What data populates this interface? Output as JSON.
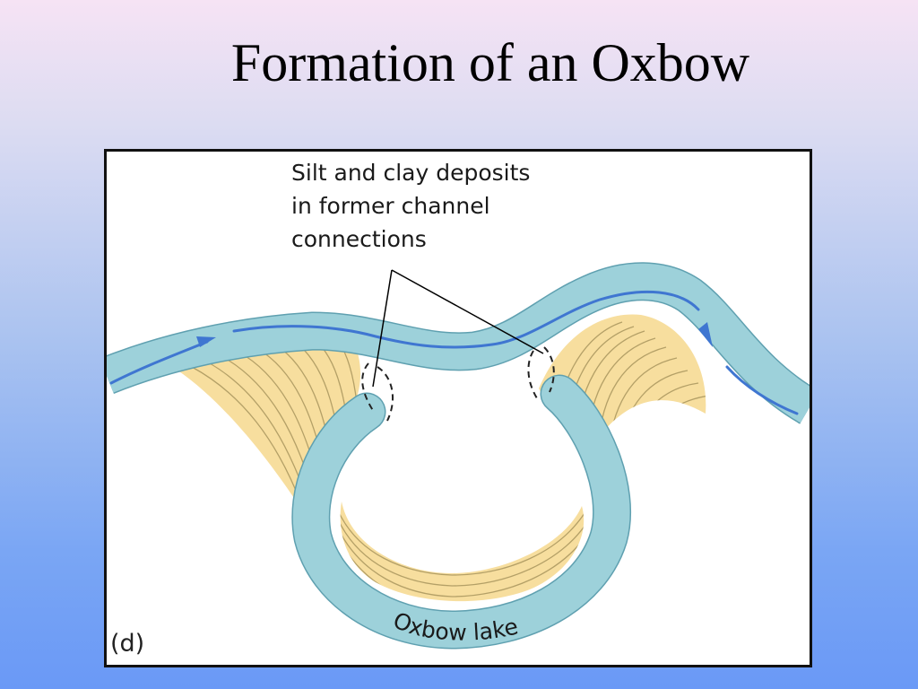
{
  "slide": {
    "title": "Formation of an Oxbow"
  },
  "figure": {
    "callout_lines": [
      "Silt and clay deposits",
      "in former channel",
      "connections"
    ],
    "panel_tag": "(d)",
    "lake_label": "Oxbow lake",
    "colors": {
      "river": "#9dd1da",
      "river_edge": "#5fa0b0",
      "flow_arrow": "#3f76d1",
      "deposit": "#f7de9e",
      "deposit_lines": "#b4a067",
      "leader_line": "#000000"
    },
    "icons": [
      "flow-arrow-icon"
    ]
  }
}
